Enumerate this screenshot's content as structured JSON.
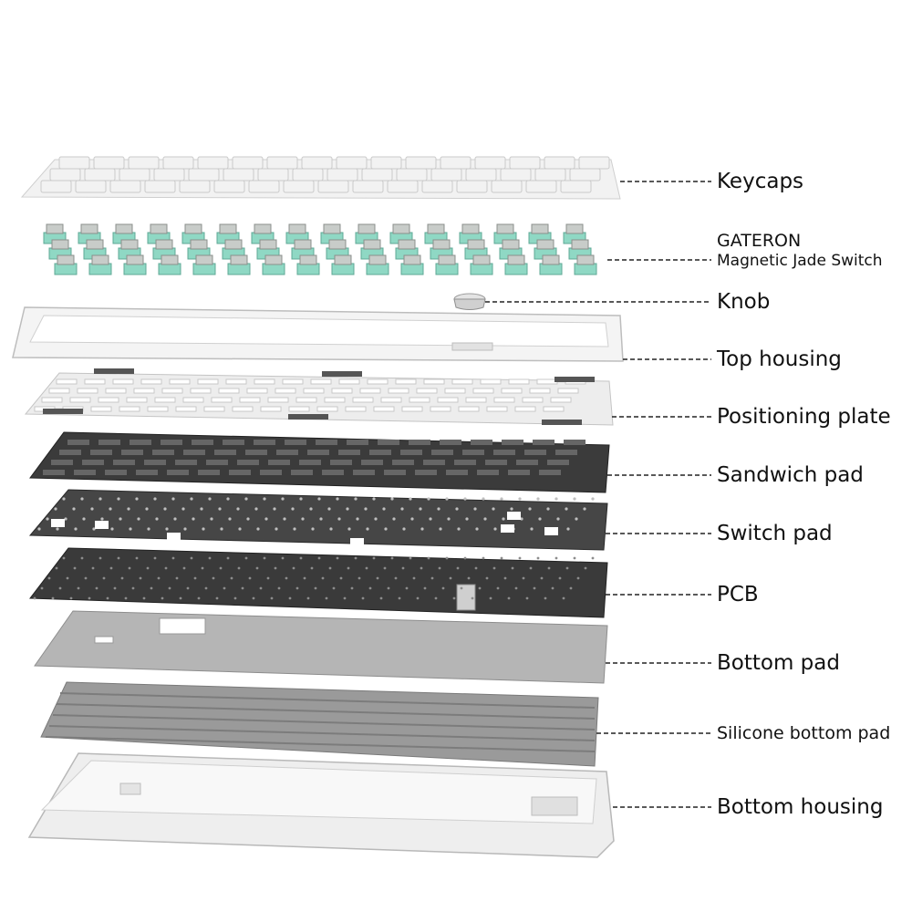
{
  "labels": {
    "keycaps": "Keycaps",
    "switch_brand": "GATERON",
    "switch_model": "Magnetic Jade Switch",
    "knob": "Knob",
    "top_housing": "Top housing",
    "positioning_plate": "Positioning plate",
    "sandwich_pad": "Sandwich pad",
    "switch_pad": "Switch pad",
    "pcb": "PCB",
    "bottom_pad": "Bottom pad",
    "silicone_bottom_pad": "Silicone bottom pad",
    "bottom_housing": "Bottom housing"
  },
  "colors": {
    "keycap": "#f2f2f2",
    "switch_jade": "#8fd8c4",
    "switch_top": "#c8ccc9",
    "housing": "#f4f4f4",
    "plate": "#ededed",
    "sandwich": "#3b3b3b",
    "switch_pad": "#464646",
    "pcb": "#3a3a3a",
    "bottom_pad": "#b5b5b5",
    "silicone": "#9a9a9a",
    "bottom_housing": "#eeeeee",
    "leader": "#222222"
  }
}
